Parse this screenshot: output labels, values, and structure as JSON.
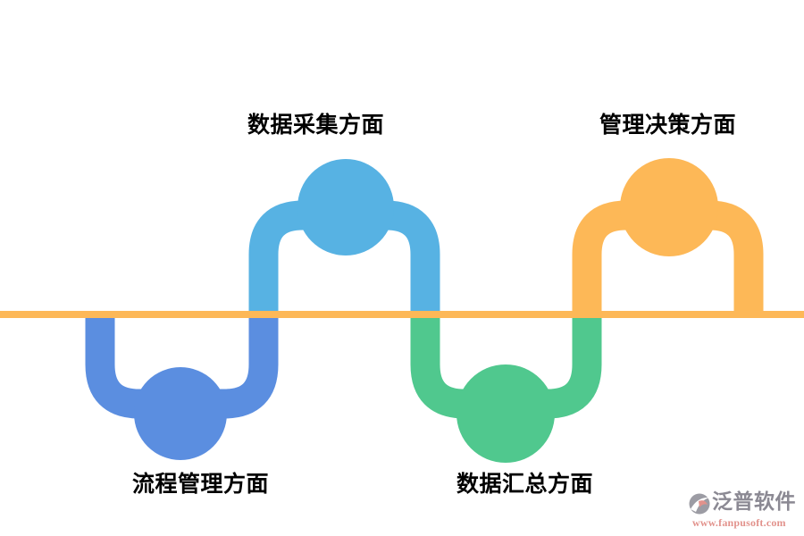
{
  "diagram": {
    "type": "wave-timeline",
    "baseline_color": "#FDB857",
    "nodes": [
      {
        "label": "流程管理方面",
        "color": "#5B8EE0",
        "position": "below-line"
      },
      {
        "label": "数据采集方面",
        "color": "#57B2E3",
        "position": "above-line"
      },
      {
        "label": "数据汇总方面",
        "color": "#50C88E",
        "position": "below-line"
      },
      {
        "label": "管理决策方面",
        "color": "#FDB857",
        "position": "above-line"
      }
    ]
  },
  "watermark": {
    "brand": "泛普软件",
    "url": "www.fanpusoft.com",
    "brand_color": "#8B8993",
    "url_color": "#E2928C",
    "icon_gray": "#9C9CA4",
    "icon_accent": "#E2928C"
  }
}
